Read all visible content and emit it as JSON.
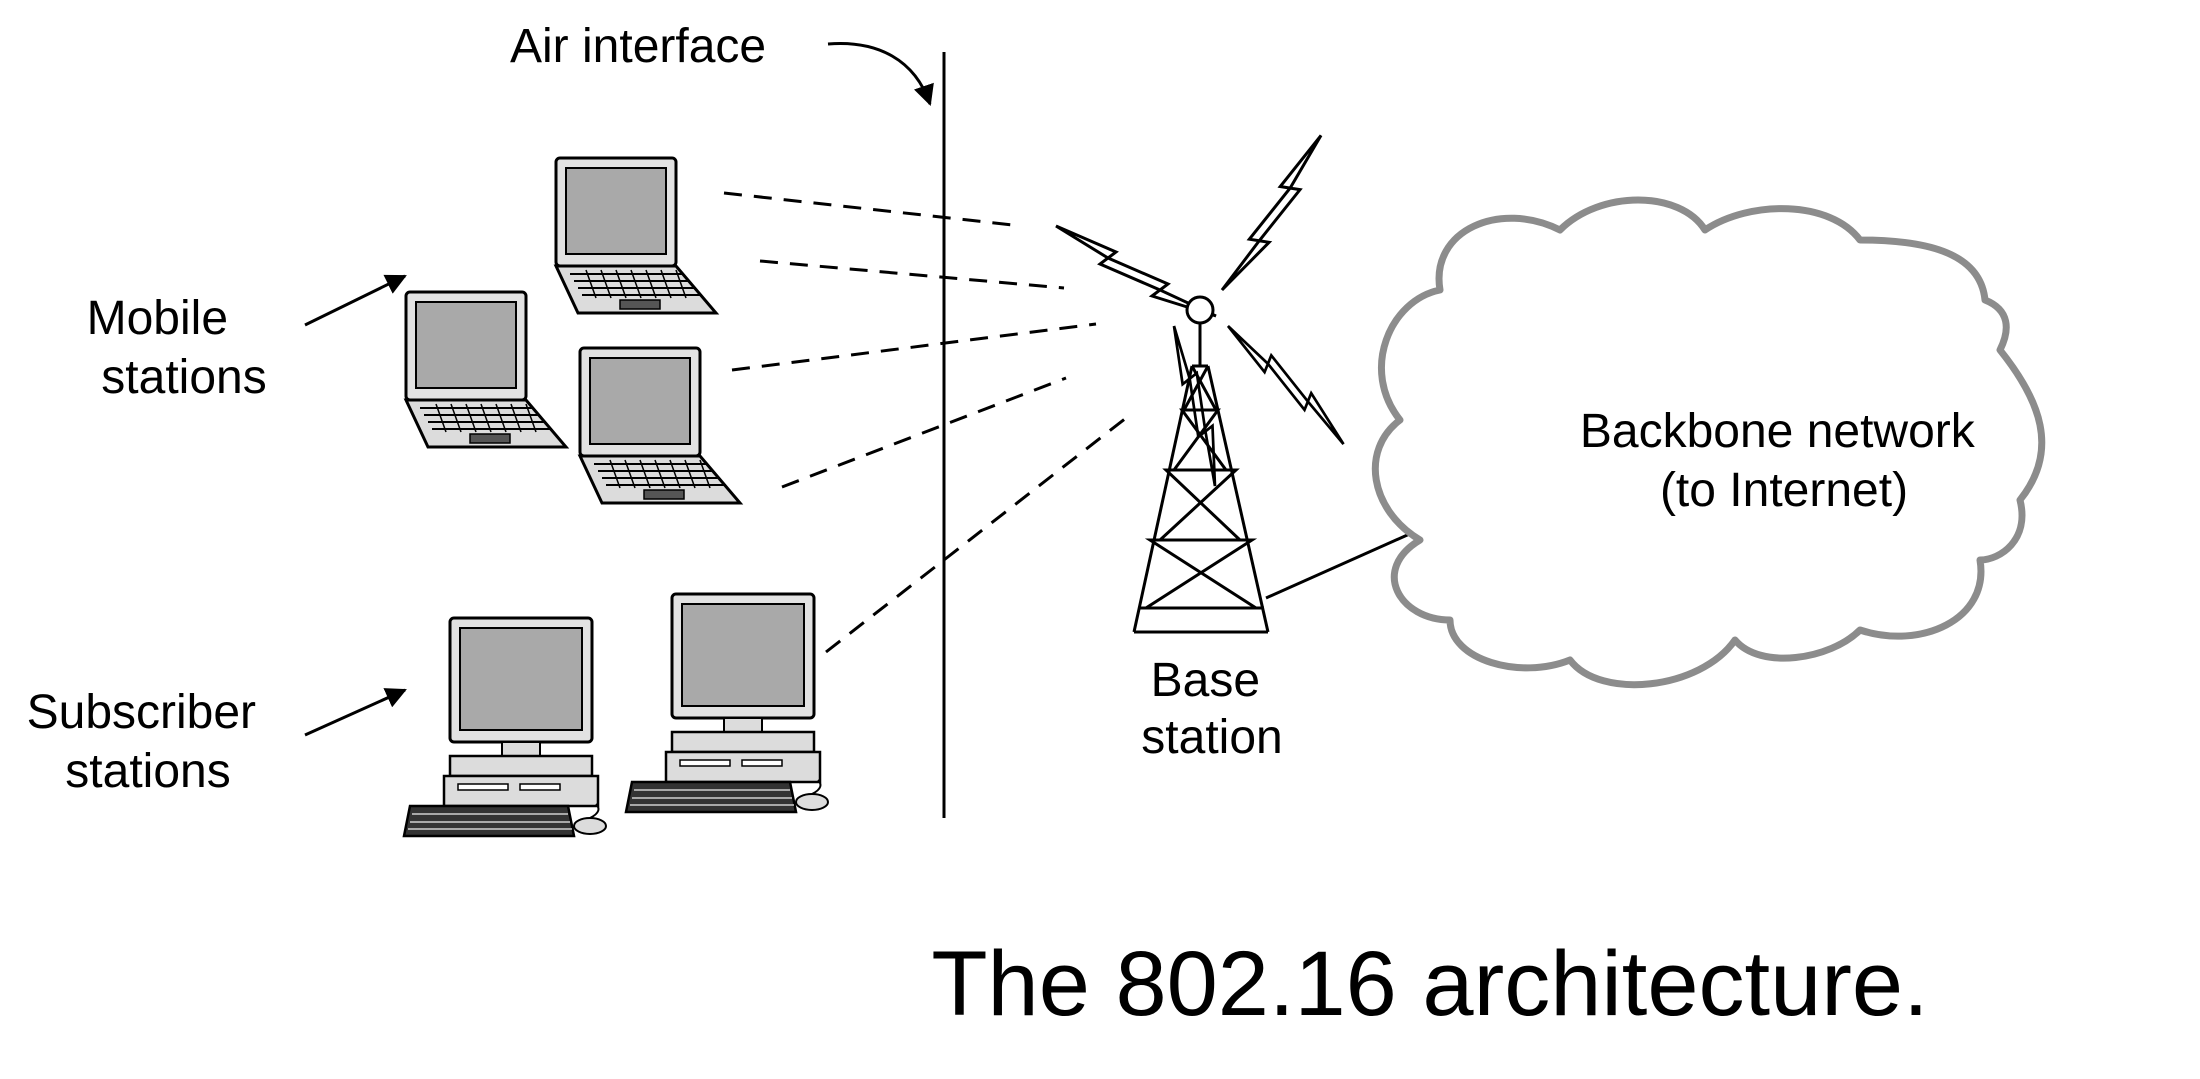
{
  "labels": {
    "air_interface": "Air interface",
    "mobile_line1": "Mobile",
    "mobile_line2": "stations",
    "subscriber_line1": "Subscriber",
    "subscriber_line2": "stations",
    "base_line1": "Base",
    "base_line2": "station",
    "backbone_line1": "Backbone network",
    "backbone_line2": "(to Internet)"
  },
  "caption": "The 802.16 architecture.",
  "colors": {
    "line": "#000000",
    "cloud_stroke": "#8c8c8c",
    "screen": "#a9a9a9",
    "body": "#dcdcdc"
  }
}
